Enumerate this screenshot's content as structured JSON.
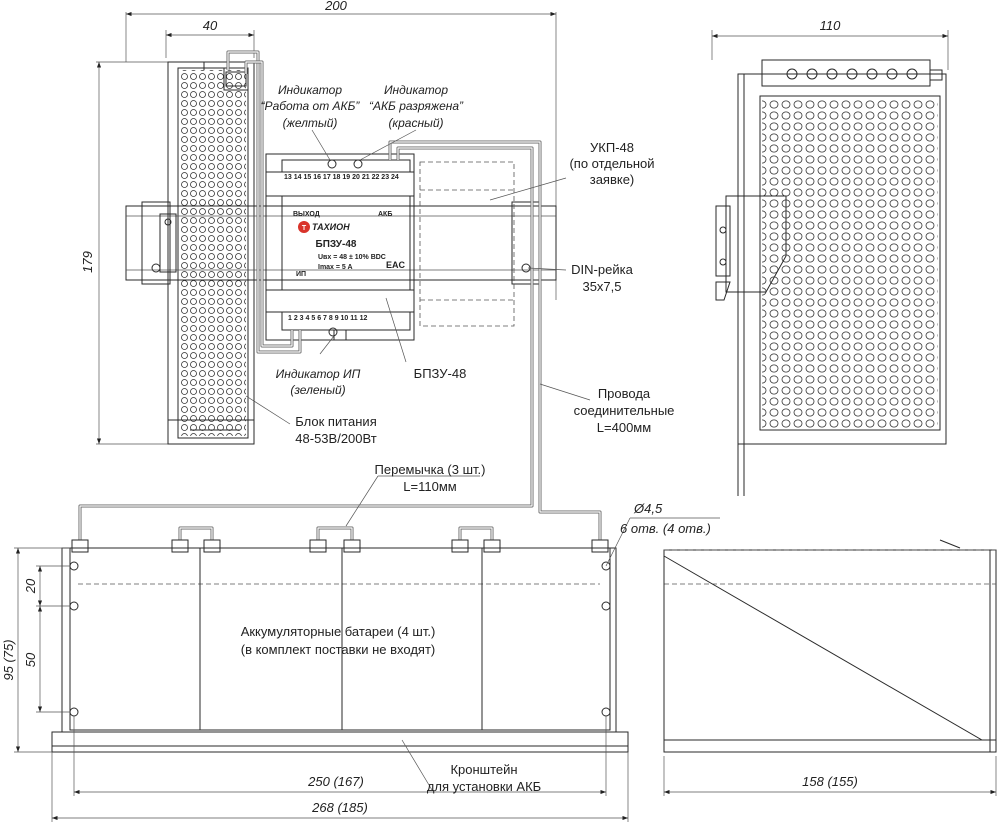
{
  "dimensions": {
    "top_width": "200",
    "psu_width": "40",
    "height": "179",
    "side_width": "110",
    "hole": "Ø4,5",
    "holes_count": "6 отв. (4 отв.)",
    "battery_height": "95 (75)",
    "d20": "20",
    "d50": "50",
    "width_250": "250 (167)",
    "width_268": "268 (185)",
    "depth_158": "158 (155)"
  },
  "labels": {
    "ind_akb_work": [
      "Индикатор",
      "“Работа от АКБ”",
      "(желтый)"
    ],
    "ind_akb_low": [
      "Индикатор",
      "“АКБ разряжена”",
      "(красный)"
    ],
    "ukp": [
      "УКП-48",
      "(по отдельной",
      "заявке)"
    ],
    "din": [
      "DIN-рейка",
      "35х7,5"
    ],
    "bpzu": "БПЗУ-48",
    "ind_ip": [
      "Индикатор ИП",
      "(зеленый)"
    ],
    "psu": [
      "Блок питания",
      "48-53В/200Вт"
    ],
    "wires": [
      "Провода",
      "соединительные",
      "L=400мм"
    ],
    "jumper": [
      "Перемычка (3 шт.)",
      "L=110мм"
    ],
    "batteries": [
      "Аккумуляторные батареи (4 шт.)",
      "(в комплект поставки не входят)"
    ],
    "bracket": [
      "Кронштейн",
      "для установки АКБ"
    ]
  },
  "device": {
    "brand": "ТАХИОН",
    "model": "БПЗУ-48",
    "spec_u": "Uвх = 48 ± 10% BDC",
    "spec_i": "Imax = 5 A",
    "cert": "EAC",
    "out_label": "ВЫХОД",
    "akb_label": "АКБ",
    "ip_label": "ИП",
    "top_terms": "13 14 15 16 17 18 19 20 21 22 23 24",
    "bottom_terms": "1  2  3  4  5  6  7  8  9  10  11  12"
  }
}
